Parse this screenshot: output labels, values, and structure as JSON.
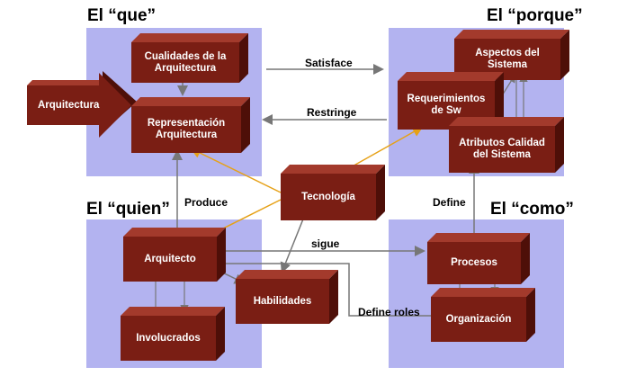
{
  "colors": {
    "panel": "#b3b3f0",
    "box_front": "#7a1e14",
    "box_top": "#a33a2c",
    "box_side": "#4e0f08",
    "arrow_gray": "#777777",
    "arrow_orange": "#e6a117"
  },
  "headings": {
    "que": "El “que”",
    "porque": "El “porque”",
    "quien": "El “quien”",
    "como": "El “como”"
  },
  "nodes": {
    "arquitectura": "Arquitectura",
    "cualidades": "Cualidades de la\nArquitectura",
    "representacion": "Representación\nArquitectura",
    "aspectos": "Aspectos del\nSistema",
    "requerimientos": "Requerimientos\nde Sw",
    "atributos": "Atributos  Calidad\ndel Sistema",
    "tecnologia": "Tecnología",
    "arquitecto": "Arquitecto",
    "habilidades": "Habilidades",
    "involucrados": "Involucrados",
    "procesos": "Procesos",
    "organizacion": "Organización"
  },
  "edge_labels": {
    "satisface": "Satisface",
    "restringe": "Restringe",
    "produce": "Produce",
    "define": "Define",
    "sigue": "sigue",
    "define_roles": "Define roles"
  }
}
